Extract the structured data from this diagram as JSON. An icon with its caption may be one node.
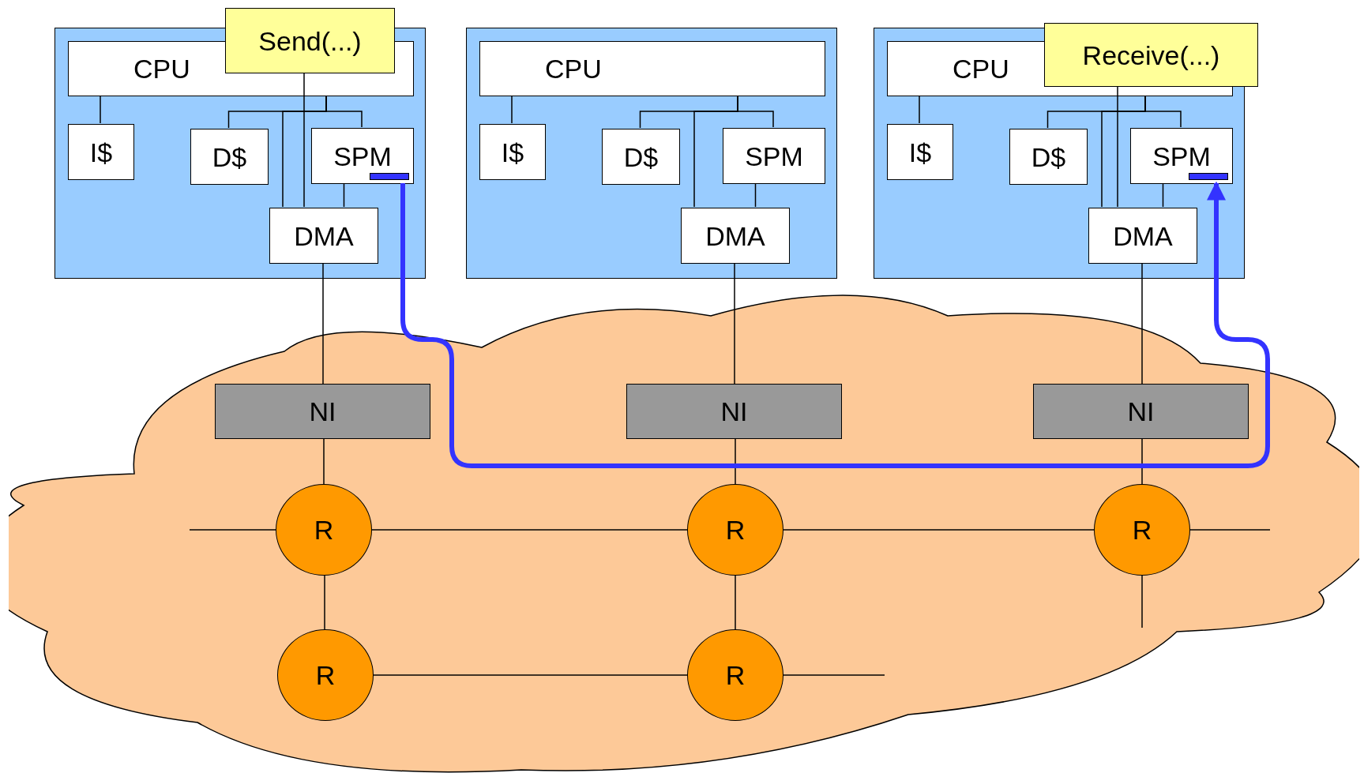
{
  "diagram": {
    "nodes": [
      {
        "text": [],
        "shape": "box"
      },
      {
        "text": [
          "CPU"
        ],
        "in": 0
      },
      {
        "text": [
          "I$"
        ],
        "in": 0
      },
      {
        "text": [
          "D$"
        ],
        "in": 0
      },
      {
        "text": [
          "SPM"
        ],
        "in": 0
      },
      {
        "text": [
          "DMA"
        ],
        "in": 0
      },
      {
        "text": [],
        "shape": "box"
      },
      {
        "text": [
          "CPU"
        ],
        "in": 6
      },
      {
        "text": [
          "I$"
        ],
        "in": 6
      },
      {
        "text": [
          "D$"
        ],
        "in": 6
      },
      {
        "text": [
          "SPM"
        ],
        "in": 6
      },
      {
        "text": [
          "DMA"
        ],
        "in": 6
      },
      {
        "text": [],
        "shape": "box"
      },
      {
        "text": [
          "CPU"
        ],
        "in": 12
      },
      {
        "text": [
          "I$"
        ],
        "in": 12
      },
      {
        "text": [
          "D$"
        ],
        "in": 12
      },
      {
        "text": [
          "SPM"
        ],
        "in": 12
      },
      {
        "text": [
          "DMA"
        ],
        "in": 12
      },
      {
        "text": [
          "Send(...)"
        ]
      },
      {
        "text": [
          "Receive(...)"
        ]
      },
      {
        "text": [],
        "shape": "cloud"
      },
      {
        "text": [
          "NI"
        ],
        "in": 20
      },
      {
        "text": [
          "NI"
        ],
        "in": 20
      },
      {
        "text": [
          "NI"
        ],
        "in": 20
      },
      {
        "text": [
          "R"
        ],
        "in": 20
      },
      {
        "text": [
          "R"
        ],
        "in": 20
      },
      {
        "text": [
          "R"
        ],
        "in": 20
      },
      {
        "text": [
          "R"
        ],
        "in": 20
      },
      {
        "text": [
          "R"
        ],
        "in": 20
      }
    ],
    "edges": [
      {
        "from": 1,
        "to": 2,
        "arrow": "none"
      },
      {
        "from": 1,
        "to": 3,
        "arrow": "none"
      },
      {
        "from": 1,
        "to": 4,
        "arrow": "none"
      },
      {
        "from": 1,
        "to": 5,
        "arrow": "none"
      },
      {
        "from": 4,
        "to": 5,
        "arrow": "none"
      },
      {
        "from": 5,
        "to": 21,
        "arrow": "none"
      },
      {
        "from": 7,
        "to": 8,
        "arrow": "none"
      },
      {
        "from": 7,
        "to": 9,
        "arrow": "none"
      },
      {
        "from": 7,
        "to": 10,
        "arrow": "none"
      },
      {
        "from": 7,
        "to": 11,
        "arrow": "none"
      },
      {
        "from": 10,
        "to": 11,
        "arrow": "none"
      },
      {
        "from": 11,
        "to": 22,
        "arrow": "none"
      },
      {
        "from": 13,
        "to": 14,
        "arrow": "none"
      },
      {
        "from": 13,
        "to": 15,
        "arrow": "none"
      },
      {
        "from": 13,
        "to": 16,
        "arrow": "none"
      },
      {
        "from": 13,
        "to": 17,
        "arrow": "none"
      },
      {
        "from": 16,
        "to": 17,
        "arrow": "none"
      },
      {
        "from": 17,
        "to": 23,
        "arrow": "none"
      },
      {
        "from": 21,
        "to": 24,
        "arrow": "none"
      },
      {
        "from": 22,
        "to": 25,
        "arrow": "none"
      },
      {
        "from": 23,
        "to": 26,
        "arrow": "none"
      },
      {
        "from": 24,
        "to": 25,
        "arrow": "none"
      },
      {
        "from": 25,
        "to": 26,
        "arrow": "none"
      },
      {
        "from": 24,
        "to": 27,
        "arrow": "none"
      },
      {
        "from": 25,
        "to": 28,
        "arrow": "none"
      },
      {
        "from": 27,
        "to": 28,
        "arrow": "none"
      },
      {
        "from": 24,
        "to": null,
        "arrow": "none"
      },
      {
        "from": 26,
        "to": null,
        "arrow": "none"
      },
      {
        "from": 26,
        "to": null,
        "arrow": "none"
      },
      {
        "from": 28,
        "to": null,
        "arrow": "none"
      },
      {
        "from": 18,
        "to": 5,
        "arrow": "none"
      },
      {
        "from": 19,
        "to": 17,
        "arrow": "none"
      },
      {
        "from": 4,
        "to": 16,
        "arrow": "to",
        "style": "thick",
        "color": "#3333ff"
      }
    ]
  }
}
